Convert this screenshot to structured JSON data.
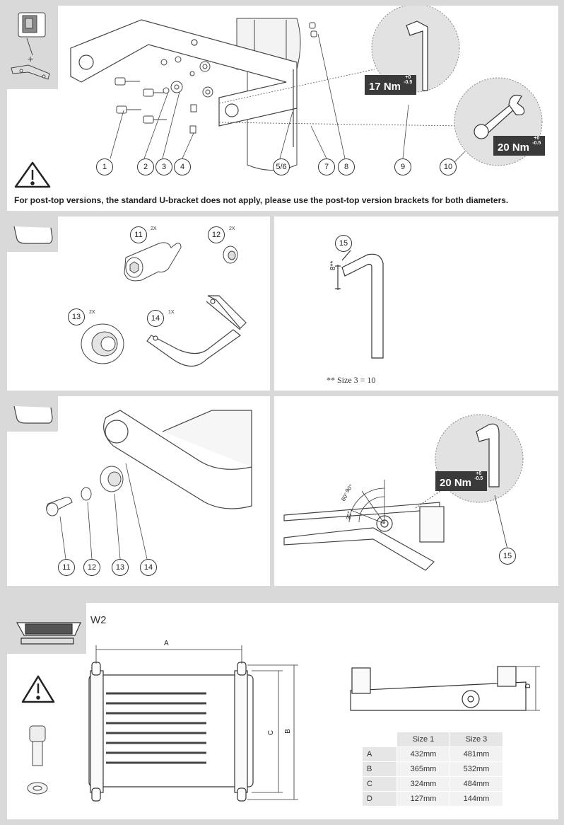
{
  "panel1": {
    "callouts": [
      "1",
      "2",
      "3",
      "4",
      "5/6",
      "7",
      "8",
      "9",
      "10"
    ],
    "torque_9": {
      "value": "17 Nm",
      "tol_plus": "+0",
      "tol_minus": "-0.5"
    },
    "torque_10": {
      "value": "20 Nm",
      "tol_plus": "+0",
      "tol_minus": "-0.5"
    },
    "note": "For post-top versions, the standard U-bracket does not apply, please use the post-top version brackets for both diameters."
  },
  "panel2": {
    "items": [
      {
        "num": "11",
        "qty": "2X"
      },
      {
        "num": "12",
        "qty": "2X"
      },
      {
        "num": "13",
        "qty": "2X"
      },
      {
        "num": "14",
        "qty": "1X"
      }
    ]
  },
  "panel3": {
    "callout": "15",
    "dim_label": "8**",
    "footnote": "** Size 3 = 10"
  },
  "panel4": {
    "callouts": [
      "11",
      "12",
      "13",
      "14"
    ]
  },
  "panel5": {
    "torque": {
      "value": "20 Nm",
      "tol_plus": "+0",
      "tol_minus": "-0.5"
    },
    "angles": [
      "90°",
      "60°",
      "30°"
    ],
    "callout": "15"
  },
  "panel6": {
    "title": "W2",
    "dim_labels": {
      "a": "A",
      "b": "B",
      "c": "C",
      "d": "D"
    },
    "table": {
      "headers": [
        "",
        "Size 1",
        "Size 3"
      ],
      "rows": [
        {
          "label": "A",
          "size1": "432mm",
          "size3": "481mm"
        },
        {
          "label": "B",
          "size1": "365mm",
          "size3": "532mm"
        },
        {
          "label": "C",
          "size1": "324mm",
          "size3": "484mm"
        },
        {
          "label": "D",
          "size1": "127mm",
          "size3": "144mm"
        }
      ]
    }
  }
}
